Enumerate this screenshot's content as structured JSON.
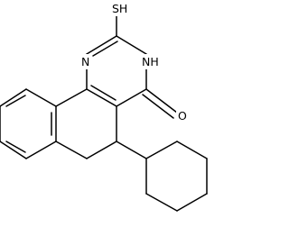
{
  "molecule": {
    "atoms": {
      "sh": "SH",
      "nh": "NH",
      "n": "N",
      "o": "O"
    },
    "colors": {
      "bond": "#000000",
      "background": "#ffffff"
    }
  }
}
